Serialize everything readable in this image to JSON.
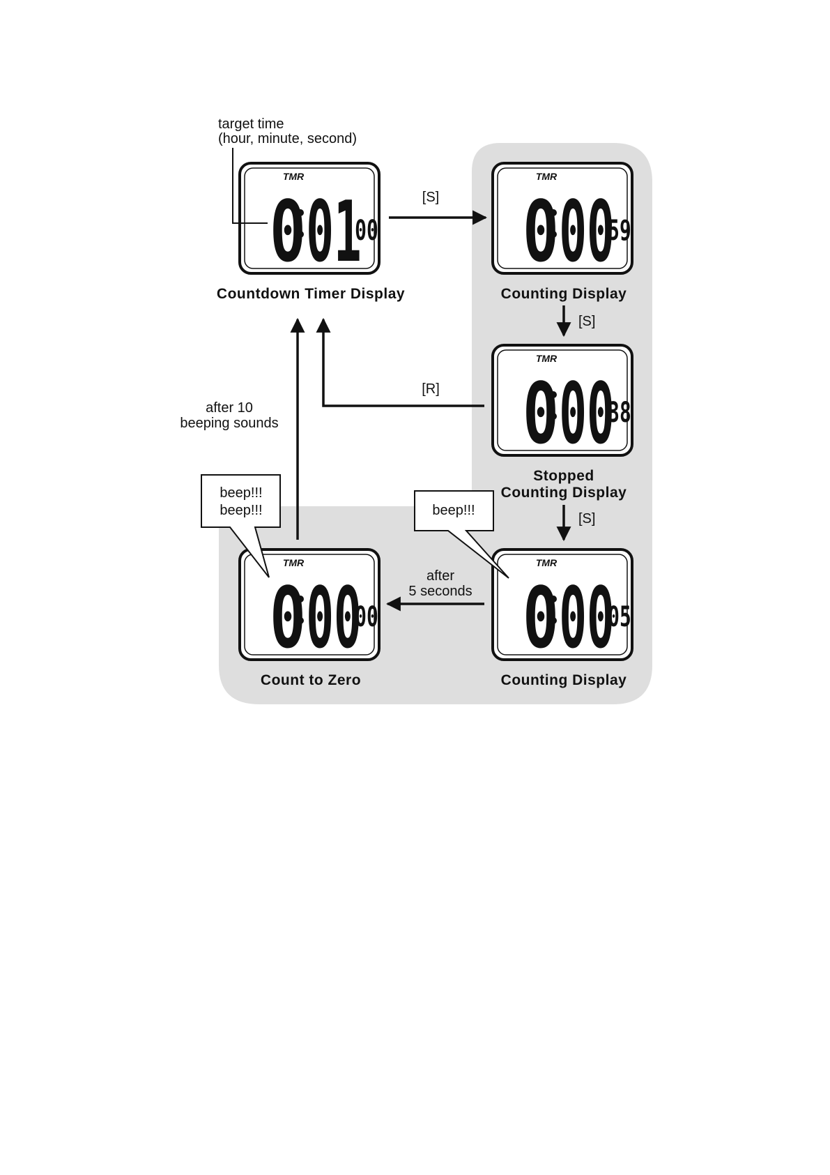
{
  "annotation": {
    "target_line1": "target time",
    "target_line2": "(hour, minute, second)"
  },
  "displays": [
    {
      "id": "countdown",
      "indicator": "TMR",
      "hour": "0",
      "minutes": "01",
      "seconds": "00",
      "caption": "Countdown Timer Display"
    },
    {
      "id": "counting1",
      "indicator": "TMR",
      "hour": "0",
      "minutes": "00",
      "seconds": "59",
      "caption": "Counting Display"
    },
    {
      "id": "stopped",
      "indicator": "TMR",
      "hour": "0",
      "minutes": "00",
      "seconds": "38",
      "caption_line1": "Stopped",
      "caption_line2": "Counting Display"
    },
    {
      "id": "counting2",
      "indicator": "TMR",
      "hour": "0",
      "minutes": "00",
      "seconds": "05",
      "caption": "Counting Display"
    },
    {
      "id": "zero",
      "indicator": "TMR",
      "hour": "0",
      "minutes": "00",
      "seconds": "00",
      "caption": "Count to Zero"
    }
  ],
  "transitions": {
    "countdown_to_counting": "[S]",
    "counting_to_stopped": "[S]",
    "stopped_to_countdown": "[R]",
    "stopped_to_counting": "[S]",
    "counting_to_zero_line1": "after",
    "counting_to_zero_line2": "5 seconds",
    "zero_to_countdown_line1": "after 10",
    "zero_to_countdown_line2": "beeping sounds"
  },
  "bubbles": {
    "zero_line1": "beep!!!",
    "zero_line2": "beep!!!",
    "counting": "beep!!!"
  },
  "colors": {
    "panel": "#dedede",
    "stroke": "#111111",
    "background": "#ffffff"
  }
}
